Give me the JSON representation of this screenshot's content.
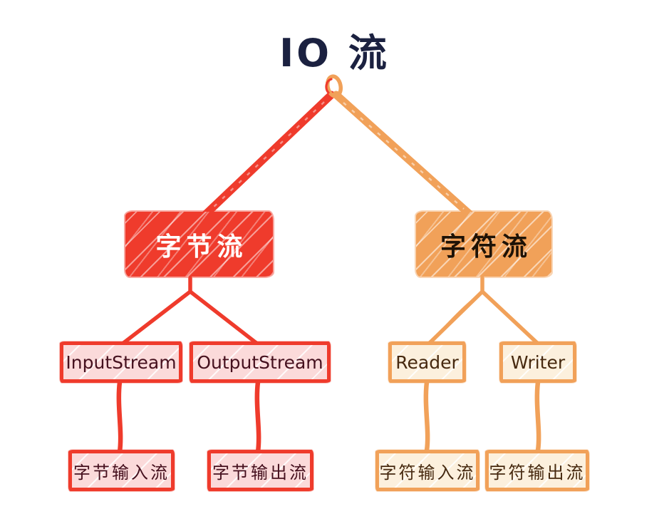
{
  "title": "IO 流",
  "nodes": {
    "byte_stream": "字节流",
    "char_stream": "字符流",
    "input_stream": "InputStream",
    "output_stream": "OutputStream",
    "reader": "Reader",
    "writer": "Writer",
    "byte_input": "字节输入流",
    "byte_output": "字节输出流",
    "char_input": "字符输入流",
    "char_output": "字符输出流"
  },
  "hierarchy": {
    "root": "IO 流",
    "branches": [
      {
        "label": "字节流",
        "color": "#ef3b2c",
        "children": [
          {
            "label": "InputStream",
            "child": "字节输入流"
          },
          {
            "label": "OutputStream",
            "child": "字节输出流"
          }
        ]
      },
      {
        "label": "字符流",
        "color": "#f1a159",
        "children": [
          {
            "label": "Reader",
            "child": "字符输入流"
          },
          {
            "label": "Writer",
            "child": "字符输出流"
          }
        ]
      }
    ]
  },
  "colors": {
    "red_accent": "#ef3b2c",
    "red_fill": "#fbdada",
    "orange_accent": "#f1a159",
    "orange_fill": "#fcf0dd",
    "title_ink": "#1b2140",
    "red_text": "#45101e",
    "orange_text": "#46290f"
  }
}
